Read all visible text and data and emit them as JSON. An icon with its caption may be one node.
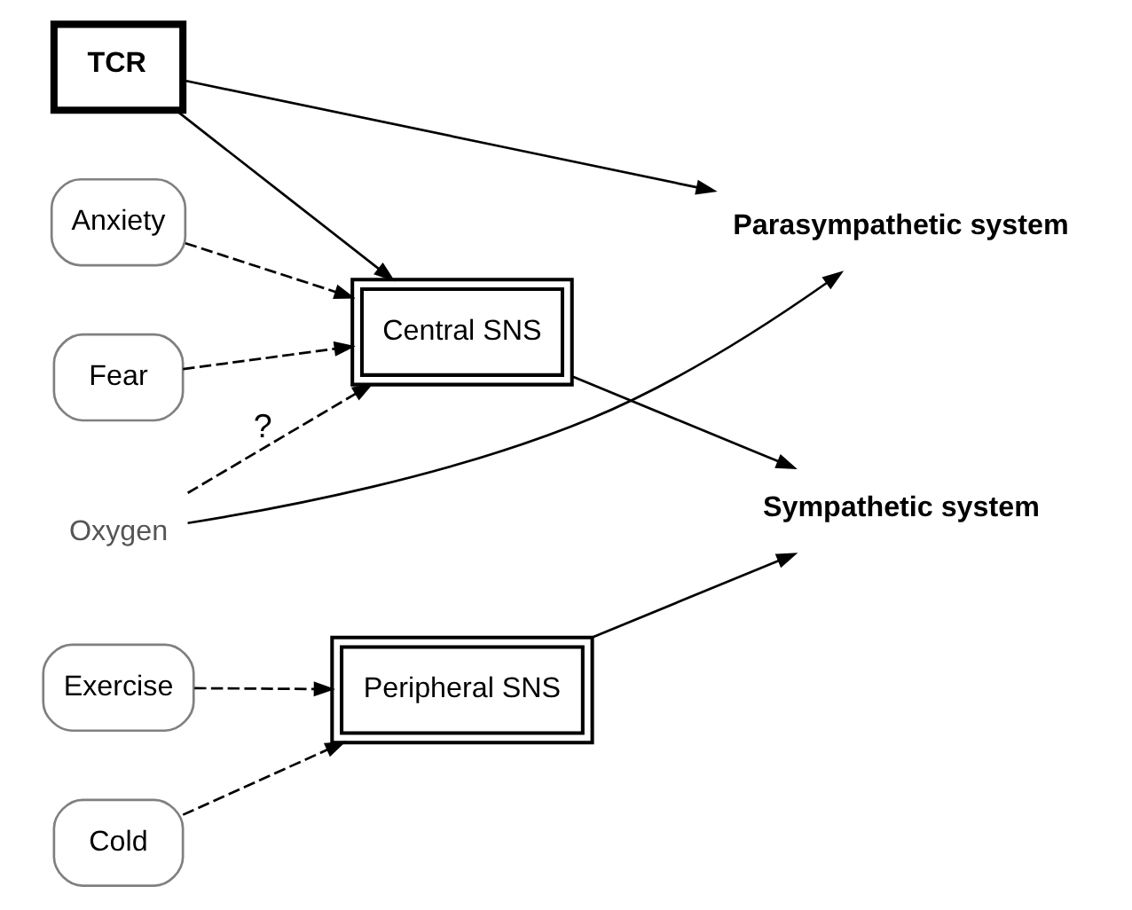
{
  "diagram": {
    "nodes": [
      {
        "text": [
          "TCR"
        ]
      },
      {
        "text": [
          "Anxiety"
        ]
      },
      {
        "text": [
          "Fear"
        ]
      },
      {
        "text": [
          "Central SNS"
        ]
      },
      {
        "text": [
          "Oxygen"
        ]
      },
      {
        "text": [
          "Sympathetic system"
        ]
      },
      {
        "text": [
          "Exercise"
        ]
      },
      {
        "text": [
          "Cold"
        ]
      },
      {
        "text": [
          "Peripheral SNS"
        ]
      },
      {
        "text": [
          "Parasympathetic system"
        ]
      }
    ],
    "edges": [
      {
        "from": 0,
        "to": 3,
        "arrow": "to"
      },
      {
        "from": 0,
        "to": 9,
        "arrow": "to"
      },
      {
        "from": 1,
        "to": 3,
        "arrow": "to",
        "style": "dashed"
      },
      {
        "from": 2,
        "to": 3,
        "arrow": "to",
        "style": "dashed"
      },
      {
        "from": 4,
        "to": 3,
        "arrow": "to",
        "style": "dashed",
        "label": "?"
      },
      {
        "from": 3,
        "to": 5,
        "arrow": "to"
      },
      {
        "from": 8,
        "to": 5,
        "arrow": "to"
      },
      {
        "from": 6,
        "to": 8,
        "arrow": "to",
        "style": "dashed"
      },
      {
        "from": 7,
        "to": 8,
        "arrow": "to",
        "style": "dashed"
      },
      {
        "from": 4,
        "to": 9,
        "arrow": "to"
      }
    ]
  }
}
